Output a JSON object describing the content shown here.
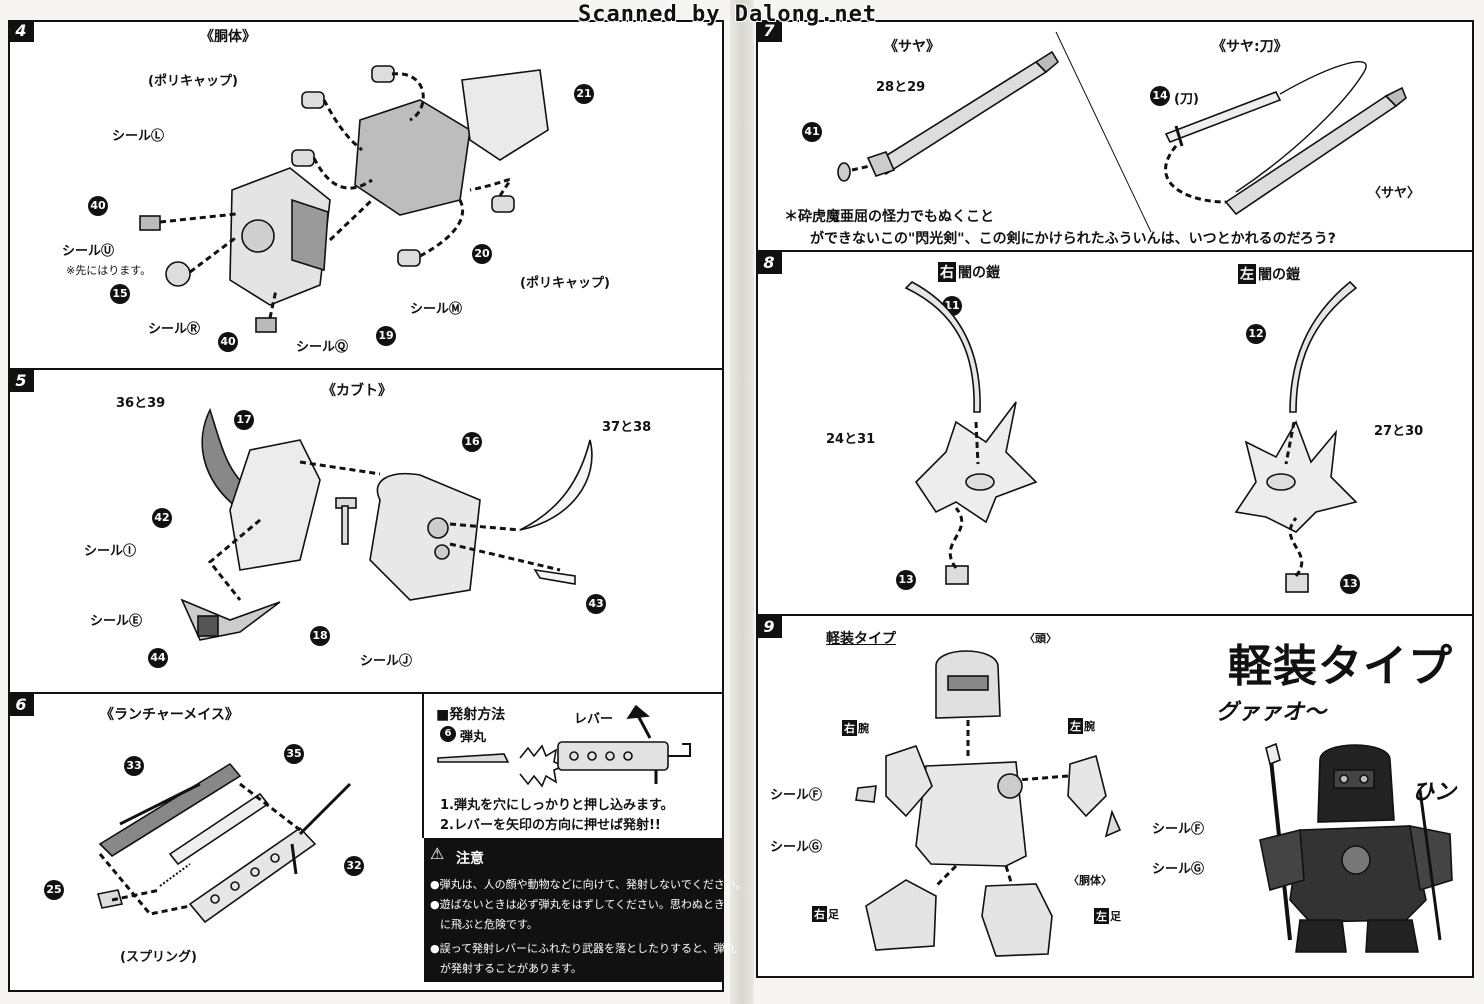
{
  "watermark": "Scanned by Dalong.net",
  "steps": {
    "s4": {
      "num": "4",
      "title": "《胴体》",
      "polycap_top": "(ポリキャップ)",
      "polycap_bottom": "(ポリキャップ)",
      "seal_L": "シールⓁ",
      "seal_U": "シールⓊ",
      "seal_U_note": "※先にはります。",
      "seal_R": "シールⓇ",
      "seal_Q": "シールⓆ",
      "seal_M": "シールⓂ",
      "parts": [
        "21",
        "40",
        "15",
        "40",
        "19",
        "20"
      ]
    },
    "s5": {
      "num": "5",
      "title": "《カブト》",
      "p36_39": "36と39",
      "p37_38": "37と38",
      "seal_I": "シールⒾ",
      "seal_E": "シールⒺ",
      "seal_J": "シールⒿ",
      "parts": [
        "17",
        "16",
        "42",
        "43",
        "44",
        "18"
      ]
    },
    "s6": {
      "num": "6",
      "title": "《ランチャーメイス》",
      "spring": "(スプリング)",
      "parts": [
        "33",
        "35",
        "32",
        "25"
      ]
    },
    "fire": {
      "heading": "■発射方法",
      "bullet_num": "6",
      "bullet": "弾丸",
      "lever": "レバー",
      "step1": "1.弾丸を穴にしっかりと押し込みます。",
      "step2": "2.レバーを矢印の方向に押せば発射!!"
    },
    "caution": {
      "heading": "注意",
      "line1": "●弾丸は、人の顔や動物などに向けて、発射しないでください。",
      "line2a": "●遊ばないときは必ず弾丸をはずしてください。思わぬとき",
      "line2b": "に飛ぶと危険です。",
      "line3a": "●誤って発射レバーにふれたり武器を落としたりすると、弾丸",
      "line3b": "が発射することがあります。"
    },
    "s7": {
      "num": "7",
      "title_left": "《サヤ》",
      "title_right": "《サヤ:刀》",
      "p28_29": "28と29",
      "p14": "(刀)",
      "saya": "〈サヤ〉",
      "quote1": "＊砕虎魔亜屈の怪力でもぬくこと",
      "quote2": "ができないこの\"閃光剣\"、この剣にかけられたふういんは、いつとかれるのだろう?",
      "parts": [
        "41",
        "14"
      ]
    },
    "s8": {
      "num": "8",
      "title_left_tag": "右",
      "title_left": "闇の鎧",
      "title_right_tag": "左",
      "title_right": "闇の鎧",
      "p24_31": "24と31",
      "p27_30": "27と30",
      "parts": [
        "11",
        "13",
        "12",
        "13"
      ]
    },
    "s9": {
      "num": "9",
      "subtitle": "軽装タイプ",
      "head": "〈頭〉",
      "right_arm_tag": "右",
      "right_arm": "腕",
      "left_arm_tag": "左",
      "left_arm": "腕",
      "seal_F_left": "シールⒻ",
      "seal_G_left": "シールⒼ",
      "seal_F_right": "シールⒻ",
      "seal_G_right": "シールⒼ",
      "body": "〈胴体〉",
      "right_leg_tag": "右",
      "right_leg": "足",
      "left_leg_tag": "左",
      "left_leg": "足",
      "big_title": "軽装タイプ",
      "sfx1": "グァァオ〜",
      "sfx2": "ひン"
    }
  }
}
